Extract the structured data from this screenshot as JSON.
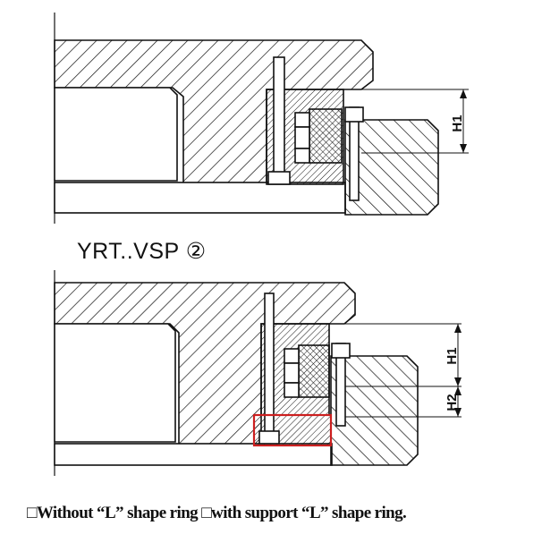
{
  "diagram": {
    "upper": {
      "dim_h1": "H1"
    },
    "lower": {
      "dim_h1": "H1",
      "dim_h2": "H2"
    },
    "section_title": "YRT..VSP ②",
    "caption": "□Without “L” shape ring  □with support “L” shape ring.",
    "colors": {
      "line": "#111111",
      "highlight": "#cc1f1f",
      "background": "#ffffff"
    }
  }
}
